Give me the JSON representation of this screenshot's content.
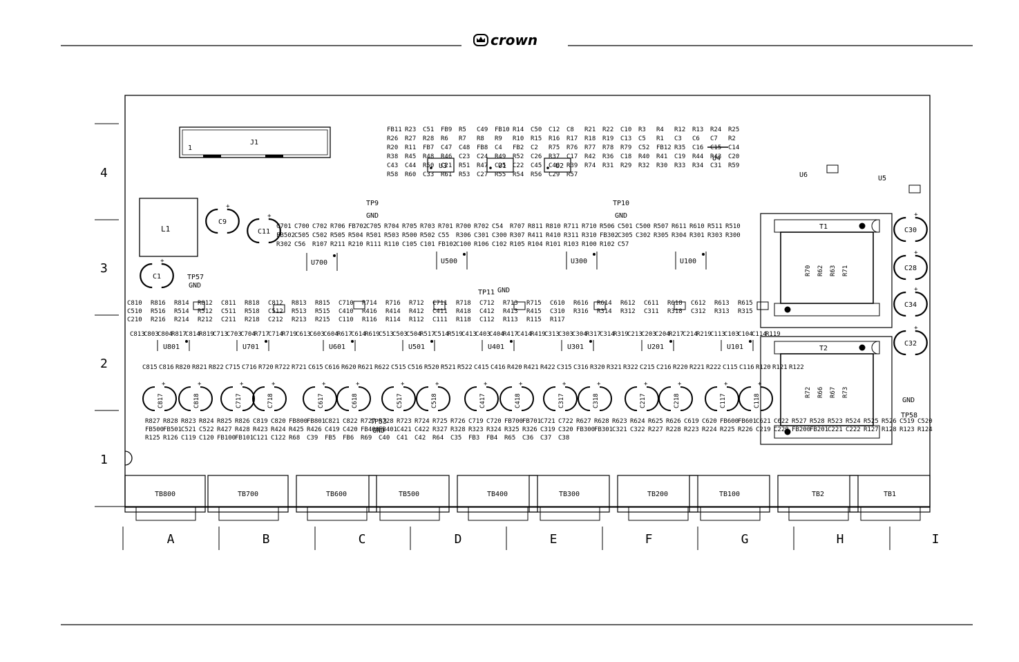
{
  "header": {
    "logo_text": "crown"
  },
  "board": {
    "row_labels": [
      "4",
      "3",
      "2",
      "1"
    ],
    "col_labels": [
      "A",
      "B",
      "C",
      "D",
      "E",
      "F",
      "G",
      "H",
      "I"
    ],
    "connector": {
      "name": "J1",
      "pin1": "1"
    },
    "inductor": "L1",
    "transformers": [
      "T1",
      "T2"
    ],
    "transformer_resistors": {
      "t1": [
        "R70",
        "R62",
        "R63",
        "R71"
      ],
      "t2": [
        "R72",
        "R66",
        "R67",
        "R73"
      ]
    },
    "gnd_label": "GND",
    "test_points": {
      "tp9": "TP9",
      "tp10": "TP10",
      "tp11": "TP11",
      "tp53": "TP53",
      "tp57": "TP57",
      "tp58": "TP58"
    },
    "top_ics": [
      "U3",
      "U1",
      "U2",
      "U4",
      "U6",
      "U5"
    ],
    "mid_ics": [
      "U700",
      "U500",
      "U300",
      "U100"
    ],
    "lower_ics": [
      "U801",
      "U701",
      "U601",
      "U501",
      "U401",
      "U301",
      "U201",
      "U101"
    ],
    "big_caps": [
      "C1",
      "C9",
      "C11",
      "C30",
      "C28",
      "C34",
      "C32"
    ],
    "channel_caps": [
      "C817",
      "C818",
      "C717",
      "C718",
      "C617",
      "C618",
      "C517",
      "C518",
      "C417",
      "C418",
      "C317",
      "C318",
      "C217",
      "C218",
      "C117",
      "C118"
    ],
    "terminal_blocks": [
      "TB800",
      "TB700",
      "TB600",
      "TB500",
      "TB400",
      "TB300",
      "TB200",
      "TB100",
      "TB2",
      "TB1"
    ],
    "top_labels": [
      "FB11",
      "R23",
      "C51",
      "FB9",
      "R5",
      "C49",
      "FB10",
      "R14",
      "C50",
      "C12",
      "C8",
      "R21",
      "R22",
      "C10",
      "R3",
      "R4",
      "R12",
      "R13",
      "R24",
      "R25",
      "R26",
      "R27",
      "R28",
      "R6",
      "R7",
      "R8",
      "R9",
      "R10",
      "R15",
      "R16",
      "R17",
      "R18",
      "R19",
      "C13",
      "C5",
      "R1",
      "C3",
      "C6",
      "C7",
      "R2",
      "R20",
      "R11",
      "FB7",
      "C47",
      "C48",
      "FB8",
      "C4",
      "FB2",
      "C2",
      "R75",
      "R76",
      "R77",
      "R78",
      "R79",
      "C52",
      "FB12",
      "R35",
      "C16",
      "C15",
      "C14",
      "R38",
      "R45",
      "R48",
      "R46",
      "C23",
      "C24",
      "R49",
      "R52",
      "C26",
      "R37",
      "C17",
      "R42",
      "R36",
      "C18",
      "R40",
      "R41",
      "C19",
      "R44",
      "R43",
      "C20",
      "C43",
      "C44",
      "R50",
      "C21",
      "R51",
      "R47",
      "C25",
      "C22",
      "C45",
      "C46",
      "R39",
      "R74",
      "R31",
      "R29",
      "R32",
      "R30",
      "R33",
      "R34",
      "C31",
      "R59",
      "R58",
      "R60",
      "C33",
      "R61",
      "R53",
      "C27",
      "R55",
      "R54",
      "R56",
      "C29",
      "R57"
    ],
    "mid_labels": [
      "C701",
      "C700",
      "C702",
      "R706",
      "FB702",
      "C705",
      "R704",
      "R705",
      "R703",
      "R701",
      "R700",
      "R702",
      "C54",
      "R707",
      "R811",
      "R810",
      "R711",
      "R710",
      "R506",
      "C501",
      "C500",
      "R507",
      "R611",
      "R610",
      "R511",
      "R510",
      "FB502",
      "C505",
      "C502",
      "R505",
      "R504",
      "R501",
      "R503",
      "R500",
      "R502",
      "C55",
      "R306",
      "C301",
      "C300",
      "R307",
      "R411",
      "R410",
      "R311",
      "R310",
      "FB302",
      "C305",
      "C302",
      "R305",
      "R304",
      "R301",
      "R303",
      "R300",
      "R302",
      "C56",
      "R107",
      "R211",
      "R210",
      "R111",
      "R110",
      "C105",
      "C101",
      "FB102",
      "C100",
      "R106",
      "C102",
      "R105",
      "R104",
      "R101",
      "R103",
      "R100",
      "R102",
      "C57"
    ],
    "row_ch_labels": [
      "C810",
      "R816",
      "R814",
      "R812",
      "C811",
      "R818",
      "C812",
      "R813",
      "R815",
      "C710",
      "R714",
      "R716",
      "R712",
      "C711",
      "R718",
      "C712",
      "R713",
      "R715",
      "C610",
      "R616",
      "R614",
      "R612",
      "C611",
      "R618",
      "C612",
      "R613",
      "R615",
      "C510",
      "R516",
      "R514",
      "R512",
      "C511",
      "R518",
      "C512",
      "R513",
      "R515",
      "C410",
      "R416",
      "R414",
      "R412",
      "C411",
      "R418",
      "C412",
      "R413",
      "R415",
      "C310",
      "R316",
      "R314",
      "R312",
      "C311",
      "R318",
      "C312",
      "R313",
      "R315",
      "C210",
      "R216",
      "R214",
      "R212",
      "C211",
      "R218",
      "C212",
      "R213",
      "R215",
      "C110",
      "R116",
      "R114",
      "R112",
      "C111",
      "R118",
      "C112",
      "R113",
      "R115",
      "R117"
    ],
    "row_u_labels": [
      "C813",
      "C803",
      "C804",
      "R817",
      "C814",
      "R819",
      "C713",
      "C703",
      "C704",
      "R717",
      "C714",
      "R719",
      "C613",
      "C603",
      "C604",
      "R617",
      "C614",
      "R619",
      "C513",
      "C503",
      "C504",
      "R517",
      "C514",
      "R519",
      "C413",
      "C403",
      "C404",
      "R417",
      "C414",
      "R419",
      "C313",
      "C303",
      "C304",
      "R317",
      "C314",
      "R319",
      "C213",
      "C203",
      "C204",
      "R217",
      "C214",
      "R219",
      "C113",
      "C103",
      "C104",
      "C114",
      "R119"
    ],
    "row_ab_labels": [
      "C815",
      "C816",
      "R820",
      "R821",
      "R822",
      "C715",
      "C716",
      "R720",
      "R722",
      "R721",
      "C615",
      "C616",
      "R620",
      "R621",
      "R622",
      "C515",
      "C516",
      "R520",
      "R521",
      "R522",
      "C415",
      "C416",
      "R420",
      "R421",
      "R422",
      "C315",
      "C316",
      "R320",
      "R321",
      "R322",
      "C215",
      "C216",
      "R220",
      "R221",
      "R222",
      "C115",
      "C116",
      "R120",
      "R121",
      "R122"
    ],
    "bottom_labels": [
      "R827",
      "R828",
      "R823",
      "R824",
      "R825",
      "R826",
      "C819",
      "C820",
      "FB800",
      "FB801",
      "C821",
      "C822",
      "R727",
      "R728",
      "R723",
      "R724",
      "R725",
      "R726",
      "C719",
      "C720",
      "FB700",
      "FB701",
      "C721",
      "C722",
      "R627",
      "R628",
      "R623",
      "R624",
      "R625",
      "R626",
      "C619",
      "C620",
      "FB600",
      "FB601",
      "C621",
      "C622",
      "R527",
      "R528",
      "R523",
      "R524",
      "R525",
      "R526",
      "C519",
      "C520",
      "FB500",
      "FB501",
      "C521",
      "C522",
      "R427",
      "R428",
      "R423",
      "R424",
      "R425",
      "R426",
      "C419",
      "C420",
      "FB400",
      "FB401",
      "C421",
      "C422",
      "R327",
      "R328",
      "R323",
      "R324",
      "R325",
      "R326",
      "C319",
      "C320",
      "FB300",
      "FB301",
      "C321",
      "C322",
      "R227",
      "R228",
      "R223",
      "R224",
      "R225",
      "R226",
      "C219",
      "C220",
      "FB200",
      "FB201",
      "C221",
      "C222",
      "R127",
      "R128",
      "R123",
      "R124",
      "R125",
      "R126",
      "C119",
      "C120",
      "FB100",
      "FB101",
      "C121",
      "C122",
      "R68",
      "C39",
      "FB5",
      "FB6",
      "R69",
      "C40",
      "C41",
      "C42",
      "R64",
      "C35",
      "FB3",
      "FB4",
      "R65",
      "C36",
      "C37",
      "C38"
    ]
  }
}
